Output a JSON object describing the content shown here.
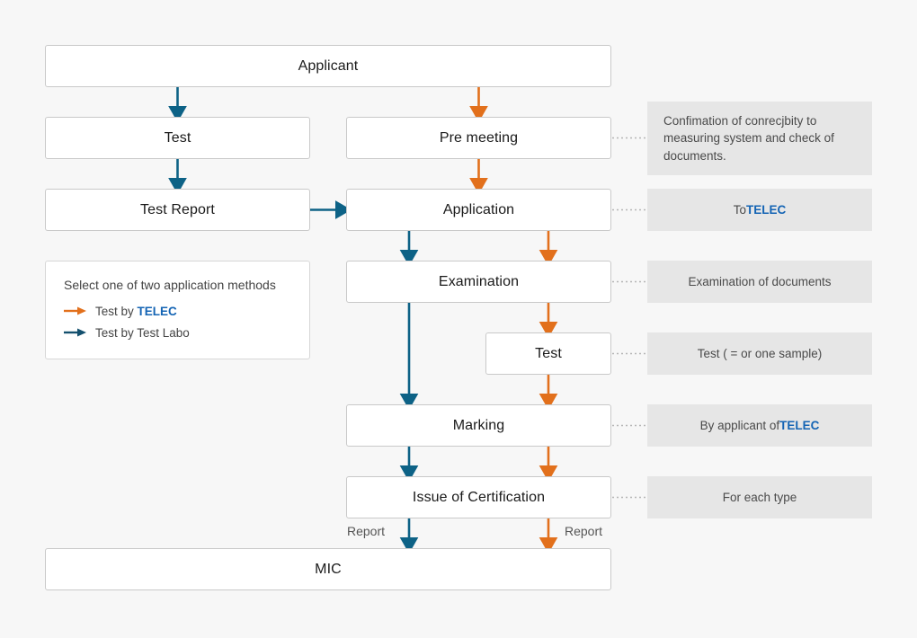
{
  "colors": {
    "blue_arrow": "#0d6286",
    "orange_arrow": "#e2701c",
    "telec_blue": "#1464b4",
    "note_bg": "#e6e6e6",
    "page_bg": "#f7f7f7",
    "box_border": "#c9c9c9"
  },
  "boxes": {
    "applicant": "Applicant",
    "test": "Test",
    "test_report": "Test Report",
    "pre_meeting": "Pre meeting",
    "application": "Application",
    "examination": "Examination",
    "test2": "Test",
    "marking": "Marking",
    "issue_of_certification": "Issue of Certification",
    "mic": "MIC"
  },
  "legend": {
    "title": "Select one of two application methods",
    "rows": [
      {
        "prefix": "Test by ",
        "highlight": "TELEC",
        "color": "#e2701c"
      },
      {
        "prefix": "Test by Test Labo",
        "highlight": "",
        "color": "#0d6286"
      }
    ]
  },
  "notes": {
    "pre_meeting": "Confimation of conrecjbity to measuring system and check of documents.",
    "application_prefix": "To ",
    "application_highlight": "TELEC",
    "examination": "Examination of documents",
    "test": "Test ( = or one sample)",
    "marking_prefix": "By applicant of ",
    "marking_highlight": "TELEC",
    "issue": "For each type"
  },
  "labels": {
    "report_left": "Report",
    "report_right": "Report"
  }
}
